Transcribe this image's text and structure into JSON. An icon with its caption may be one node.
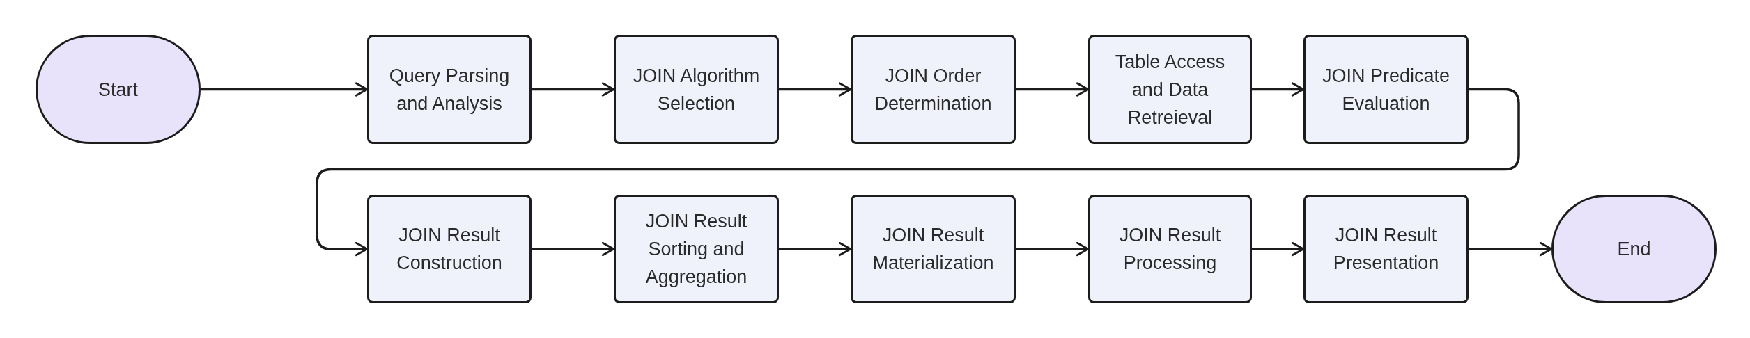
{
  "diagram": {
    "nodes": [
      {
        "text": [
          "Start"
        ]
      },
      {
        "text": [
          "Query Parsing and Analysis"
        ]
      },
      {
        "text": [
          "JOIN Algorithm Selection"
        ]
      },
      {
        "text": [
          "JOIN Order Determination"
        ]
      },
      {
        "text": [
          "Table Access and Data Retreieval"
        ]
      },
      {
        "text": [
          "JOIN Predicate Evaluation"
        ]
      },
      {
        "text": [
          "JOIN Result Construction"
        ]
      },
      {
        "text": [
          "JOIN Result Sorting and Aggregation"
        ]
      },
      {
        "text": [
          "JOIN Result Materialization"
        ]
      },
      {
        "text": [
          "JOIN Result Processing"
        ]
      },
      {
        "text": [
          "JOIN Result Presentation"
        ]
      },
      {
        "text": [
          "End"
        ]
      }
    ],
    "edges": [
      {
        "from": 0,
        "to": 1,
        "arrow": "to"
      },
      {
        "from": 1,
        "to": 2,
        "arrow": "to"
      },
      {
        "from": 2,
        "to": 3,
        "arrow": "to"
      },
      {
        "from": 3,
        "to": 4,
        "arrow": "to"
      },
      {
        "from": 4,
        "to": 5,
        "arrow": "to"
      },
      {
        "from": 5,
        "to": 6,
        "arrow": "to"
      },
      {
        "from": 6,
        "to": 7,
        "arrow": "to"
      },
      {
        "from": 7,
        "to": 8,
        "arrow": "to"
      },
      {
        "from": 8,
        "to": 9,
        "arrow": "to"
      },
      {
        "from": 9,
        "to": 10,
        "arrow": "to"
      },
      {
        "from": 10,
        "to": 11,
        "arrow": "to"
      }
    ]
  }
}
